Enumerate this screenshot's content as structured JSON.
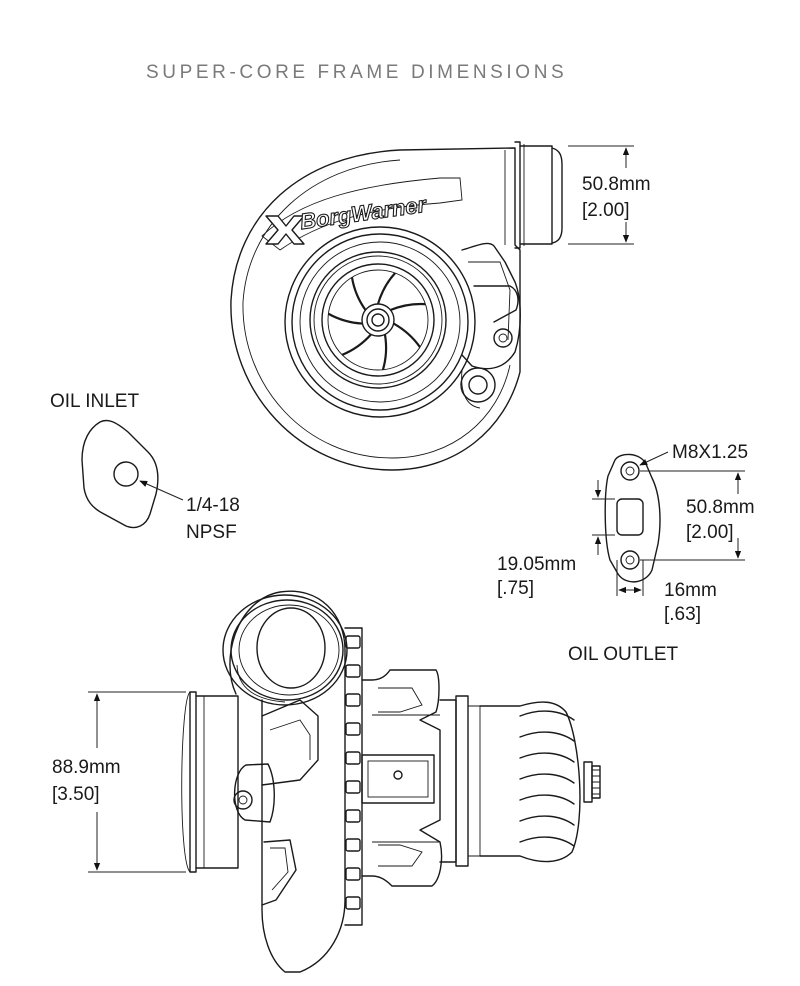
{
  "title": "SUPER-CORE FRAME DIMENSIONS",
  "brand": "BorgWarner",
  "compressor_outlet": {
    "mm": "50.8mm",
    "in": "[2.00]"
  },
  "oil_inlet": {
    "label": "OIL INLET",
    "thread_1": "1/4-18",
    "thread_2": "NPSF"
  },
  "oil_outlet": {
    "label": "OIL OUTLET",
    "bolt": "M8X1.25",
    "bolt_spacing_mm": "50.8mm",
    "bolt_spacing_in": "[2.00]",
    "port_mm": "19.05mm",
    "port_in": "[.75]",
    "width_mm": "16mm",
    "width_in": "[.63]"
  },
  "compressor_inlet": {
    "mm": "88.9mm",
    "in": "[3.50]"
  }
}
